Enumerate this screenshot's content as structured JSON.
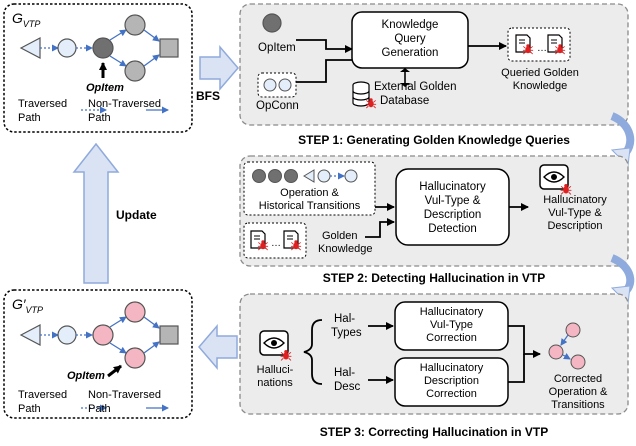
{
  "left_top": {
    "title": "G",
    "title_sub": "VTP",
    "opitem": "OpItem",
    "traversed": "Traversed",
    "path1": "Path",
    "non_traversed": "Non-Traversed",
    "path2": "Path"
  },
  "bfs": "BFS",
  "update": "Update",
  "left_bottom": {
    "title": "G′",
    "title_sub": "VTP",
    "opitem": "OpItem",
    "traversed": "Traversed",
    "path1": "Path",
    "non_traversed": "Non-Traversed",
    "path2": "Path"
  },
  "step1": {
    "opitem": "OpItem",
    "opconn": "OpConn",
    "query_box": [
      "Knowledge",
      "Query",
      "Generation"
    ],
    "external_db": [
      "External Golden",
      "Database"
    ],
    "queried": [
      "Queried Golden",
      "Knowledge"
    ],
    "caption": "STEP 1: Generating Golden Knowledge Queries"
  },
  "step2": {
    "ops": [
      "Operation &",
      "Historical Transitions"
    ],
    "golden": [
      "Golden",
      "Knowledge"
    ],
    "detect_box": [
      "Hallucinatory",
      "Vul-Type &",
      "Description",
      "Detection"
    ],
    "result": [
      "Hallucinatory",
      "Vul-Type &",
      "Description"
    ],
    "caption": "STEP 2: Detecting Hallucination in VTP"
  },
  "step3": {
    "halluc": [
      "Halluci-",
      "nations"
    ],
    "hal_types": [
      "Hal-",
      "Types"
    ],
    "hal_desc": [
      "Hal-",
      "Desc"
    ],
    "vul_box": [
      "Hallucinatory",
      "Vul-Type",
      "Correction"
    ],
    "desc_box": [
      "Hallucinatory",
      "Description",
      "Correction"
    ],
    "corrected": [
      "Corrected",
      "Operation &",
      "Transitions"
    ],
    "caption": "STEP 3: Correcting Hallucination in VTP"
  },
  "colors": {
    "panel_fill": "#ececec",
    "panel_border": "#8a8a8a",
    "node_gray": "#b5b5b5",
    "node_dark": "#707070",
    "node_pink": "#f4b6c2",
    "node_light": "#e3eefa",
    "arrow_blue": "#4472c4",
    "big_arrow_fill": "#dae3f3",
    "big_arrow_stroke": "#8faadc",
    "bug_red": "#e02020"
  }
}
